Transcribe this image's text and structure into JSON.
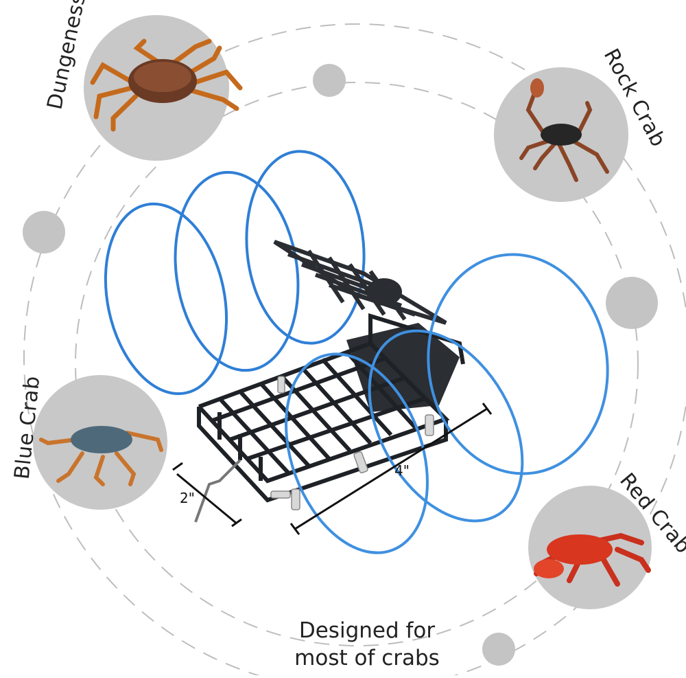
{
  "labels": {
    "dungeness": "Dungeness",
    "rock_crab": "Rock Crab",
    "blue_crab": "Blue Crab",
    "red_crab": "Red Crab"
  },
  "dimensions": {
    "width": "2\"",
    "length": "4\""
  },
  "caption": {
    "line1": "Designed for",
    "line2": "most of crabs"
  },
  "colors": {
    "snare_blue": "#2f7fd6",
    "circle_grey": "#c9c9c9",
    "cage_black": "#1e2126"
  }
}
